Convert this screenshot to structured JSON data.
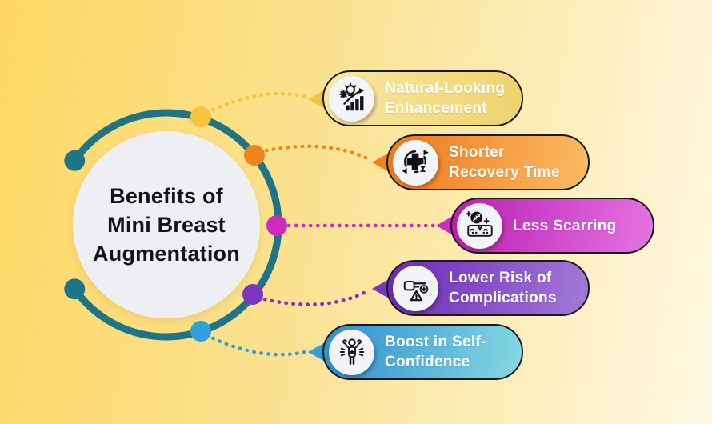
{
  "infographic": {
    "title_line1": "Benefits of",
    "title_line2": "Mini Breast",
    "title_line3": "Augmentation"
  },
  "theme": {
    "background_from": "#FED863",
    "background_to": "#FFF7DD",
    "ring_color": "#1F7488",
    "inner_circle_color": "#EEEFF3",
    "pill_border_color": "#1A1A1A",
    "title_color": "#141414",
    "label_color": "#FFFFFF",
    "icon_circle_color": "#F3F4F8",
    "icon_ink_color": "#111111"
  },
  "benefits": [
    {
      "label_line1": "Natural-Looking",
      "label_line2": "Enhancement",
      "icon": "growth-chart-bulb-icon",
      "gradient_from": "#F8E9A4",
      "gradient_to": "#EFD26B",
      "accent": "#F5C43B"
    },
    {
      "label_line1": "Shorter",
      "label_line2": "Recovery Time",
      "icon": "medical-cross-refresh-icon",
      "gradient_from": "#F0771D",
      "gradient_to": "#F9BC63",
      "accent": "#F0831F"
    },
    {
      "label_line1": "Less Scarring",
      "label_line2": "",
      "icon": "skin-scar-stitch-icon",
      "gradient_from": "#BC1CB2",
      "gradient_to": "#E475E2",
      "accent": "#CC2BC2"
    },
    {
      "label_line1": "Lower Risk of",
      "label_line2": "Complications",
      "icon": "hand-warning-icon",
      "gradient_from": "#6929B7",
      "gradient_to": "#A47AD8",
      "accent": "#7B36C1"
    },
    {
      "label_line1": "Boost in Self-",
      "label_line2": "Confidence",
      "icon": "person-star-icon",
      "gradient_from": "#2E8DD1",
      "gradient_to": "#85D9E1",
      "accent": "#2FA0D9"
    }
  ]
}
